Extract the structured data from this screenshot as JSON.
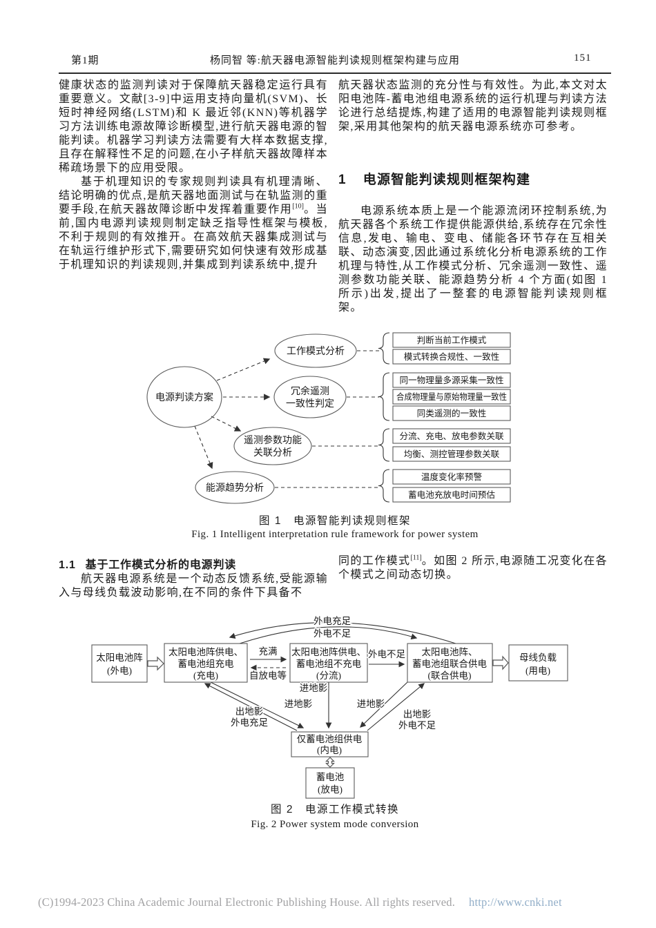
{
  "header": {
    "issue": "第1期",
    "running_title": "杨同智 等:航天器电源智能判读规则框架构建与应用",
    "page_no": "151"
  },
  "intro": {
    "p1": [
      {
        "t": "健康状态的监测判读对于保障航天器稳定运行具有重要意义。文献[3-9]中运用支持向量机(SVM)、长短时神经网络(LSTM)和 K 最近邻(KNN)等机器学习方法训练电源故障诊断模型,进行航天器电源的智能判读。机器学习判读方法需要有大样本数据支撑,且存在解释性不足的问题,在小子样航天器故障样本稀疏场景下的应用受限。"
      }
    ],
    "p2": [
      {
        "t": "基于机理知识的专家规则判读具有机理清晰、结论明确的优点,是航天器地面测试与在轨监测的重要手段,在航天器故障诊断中发挥着重要作用"
      },
      {
        "t": "[10]",
        "sup": true
      },
      {
        "t": "。当前,国内电源判读规则制定缺乏指导性框架与模板,不利于规则的有效推开。在高效航天器集成测试与在轨运行维护形式下,需要研究如何快速有效形成基于机理知识的判读规则,并集成到判读系统中,提升"
      }
    ],
    "p3_right": [
      {
        "t": "航天器状态监测的充分性与有效性。为此,本文对太阳电池阵-蓄电池组电源系统的运行机理与判读方法论进行总结提炼,构建了适用的电源智能判读规则框架,采用其他架构的航天器电源系统亦可参考。"
      }
    ]
  },
  "section1": {
    "number": "1",
    "title": "电源智能判读规则框架构建",
    "body": [
      {
        "t": "电源系统本质上是一个能源流闭环控制系统,为航天器各个系统工作提供能源供给,系统存在冗余性信息,发电、输电、变电、储能各环节存在互相关联、动态演变,因此通过系统化分析电源系统的工作机理与特性,从工作模式分析、冗余遥测一致性、遥测参数功能关联、能源趋势分析 4 个方面(如图 1 所示)出发,提出了一整套的电源智能判读规则框架。"
      }
    ]
  },
  "fig1": {
    "root": "电源判读方案",
    "branches": [
      {
        "label_lines": [
          "工作模式分析"
        ],
        "items": [
          "判断当前工作模式",
          "模式转换合规性、一致性"
        ]
      },
      {
        "label_lines": [
          "冗余遥测",
          "一致性判定"
        ],
        "items": [
          "同一物理量多源采集一致性",
          "合成物理量与原始物理量一致性",
          "同类遥测的一致性"
        ]
      },
      {
        "label_lines": [
          "遥测参数功能",
          "关联分析"
        ],
        "items": [
          "分流、充电、放电参数关联",
          "均衡、测控管理参数关联"
        ]
      },
      {
        "label_lines": [
          "能源趋势分析"
        ],
        "items": [
          "温度变化率预警",
          "蓄电池充放电时间预估"
        ]
      }
    ],
    "caption_zh": "图 1　电源智能判读规则框架",
    "caption_en": "Fig. 1   Intelligent interpretation rule framework for power system"
  },
  "section1_1": {
    "number": "1.1",
    "title": "基于工作模式分析的电源判读",
    "left": [
      {
        "t": "航天器电源系统是一个动态反馈系统,受能源输入与母线负载波动影响,在不同的条件下具备不"
      }
    ],
    "right": [
      {
        "t": "同的工作模式"
      },
      {
        "t": "[11]",
        "sup": true
      },
      {
        "t": "。如图 2 所示,电源随工况变化在各个模式之间动态切换。"
      }
    ]
  },
  "fig2": {
    "nodes": {
      "solar": [
        "太阳电池阵",
        "(外电)"
      ],
      "charge": [
        "太阳电池阵供电、",
        "蓄电池组充电",
        "(充电)"
      ],
      "shunt": [
        "太阳电池阵供电、",
        "蓄电池组不充电",
        "(分流)"
      ],
      "joint": [
        "太阳电池阵、",
        "蓄电池组联合供电",
        "(联合供电)"
      ],
      "bus": [
        "母线负载",
        "(用电)"
      ],
      "battery_only": [
        "仅蓄电池组供电",
        "(内电)"
      ],
      "battery": [
        "蓄电池",
        "(放电)"
      ]
    },
    "labels": {
      "arc_sufficient": "外电充足",
      "arc_insufficient": "外电不足",
      "full": "充满",
      "self_discharge": "自放电等",
      "ext_insufficient": "外电不足",
      "enter_shadow_mid": "进地影",
      "enter_shadow_left": "进地影",
      "enter_shadow_right": "进地影",
      "exit_shadow_left_1": "出地影",
      "exit_shadow_left_2": "外电充足",
      "exit_shadow_right_1": "出地影",
      "exit_shadow_right_2": "外电不足"
    },
    "caption_zh": "图 2　电源工作模式转换",
    "caption_en": "Fig. 2   Power system mode conversion"
  },
  "footer": {
    "copyright": "(C)1994-2023 China Academic Journal Electronic Publishing House. All rights reserved.",
    "url": "http://www.cnki.net"
  },
  "colors": {
    "text": "#1c1c1c",
    "rule": "#2a2a2a",
    "diagram_stroke": "#5a5a5a",
    "footer_text": "#a2a2a4",
    "footer_link": "#92aec8"
  }
}
